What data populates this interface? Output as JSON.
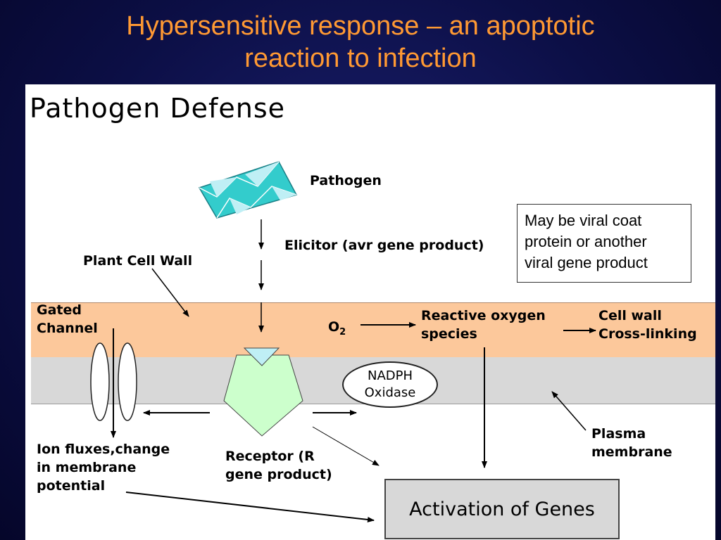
{
  "slide": {
    "title_line1": "Hypersensitive response – an apoptotic",
    "title_line2": "reaction to infection"
  },
  "diagram": {
    "heading": "Pathogen Defense",
    "labels": {
      "pathogen": "Pathogen",
      "elicitor": "Elicitor (avr gene product)",
      "plant_cell_wall": "Plant Cell Wall",
      "gated_channel_1": "Gated",
      "gated_channel_2": "Channel",
      "o2": "O",
      "o2_sub": "2",
      "reactive_oxygen_1": "Reactive oxygen",
      "reactive_oxygen_2": "species",
      "cell_wall_1": "Cell wall",
      "cell_wall_2": "Cross-linking",
      "nadph_1": "NADPH",
      "nadph_2": "Oxidase",
      "plasma_1": "Plasma",
      "plasma_2": "membrane",
      "ion_1": "Ion fluxes,change",
      "ion_2": "in membrane",
      "ion_3": "potential",
      "receptor_1": "Receptor (R",
      "receptor_2": "gene product)",
      "activation": "Activation of Genes"
    },
    "note": {
      "line1": "May be viral coat",
      "line2": "protein or another",
      "line3": "viral gene product"
    },
    "colors": {
      "title": "#ff9933",
      "cell_wall": "#fcc89b",
      "membrane": "#d8d8d8",
      "pathogen": "#33cccc",
      "receptor": "#ccffcc",
      "elicitor_tip": "#bfeff5"
    }
  }
}
